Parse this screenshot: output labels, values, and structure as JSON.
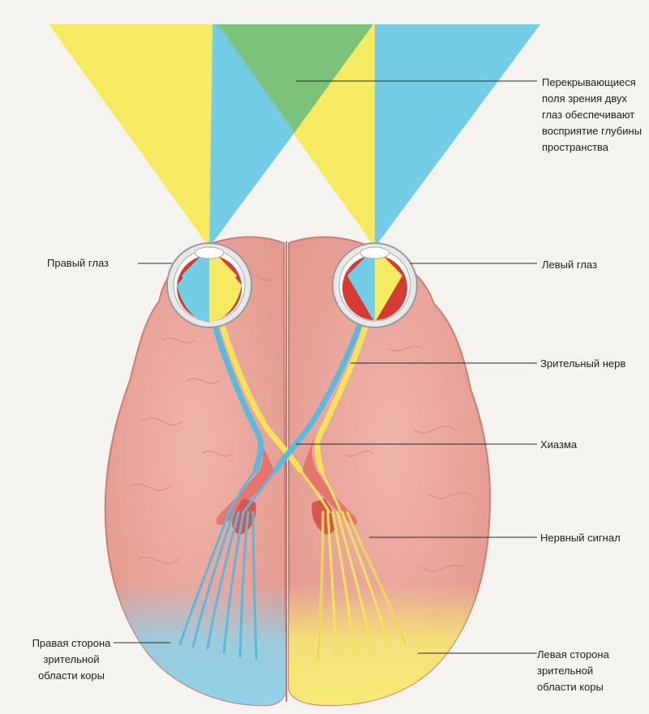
{
  "labels": {
    "overlap": [
      "Перекрывающиеся",
      "поля зрения двух",
      "глаз обеспечивают",
      "восприятие глубины",
      "пространства"
    ],
    "right_eye": "Правый глаз",
    "left_eye": "Левый глаз",
    "optic_nerve": "Зрительный нерв",
    "chiasm": "Хиазма",
    "nerve_signal": "Нервный сигнал",
    "right_cortex": [
      "Правая сторона",
      "зрительной",
      "области коры"
    ],
    "left_cortex": [
      "Левая сторона",
      "зрительной",
      "области коры"
    ]
  },
  "colors": {
    "yellow_field": "#f5ea62",
    "blue_field": "#74cde6",
    "overlap_field": "#7cc27a",
    "brain": "#e9a39b",
    "brain_outline": "#cc7d74",
    "nerve_yellow": "#f3e35a",
    "nerve_blue": "#5ab9dd",
    "eye_red": "#d53a33"
  }
}
